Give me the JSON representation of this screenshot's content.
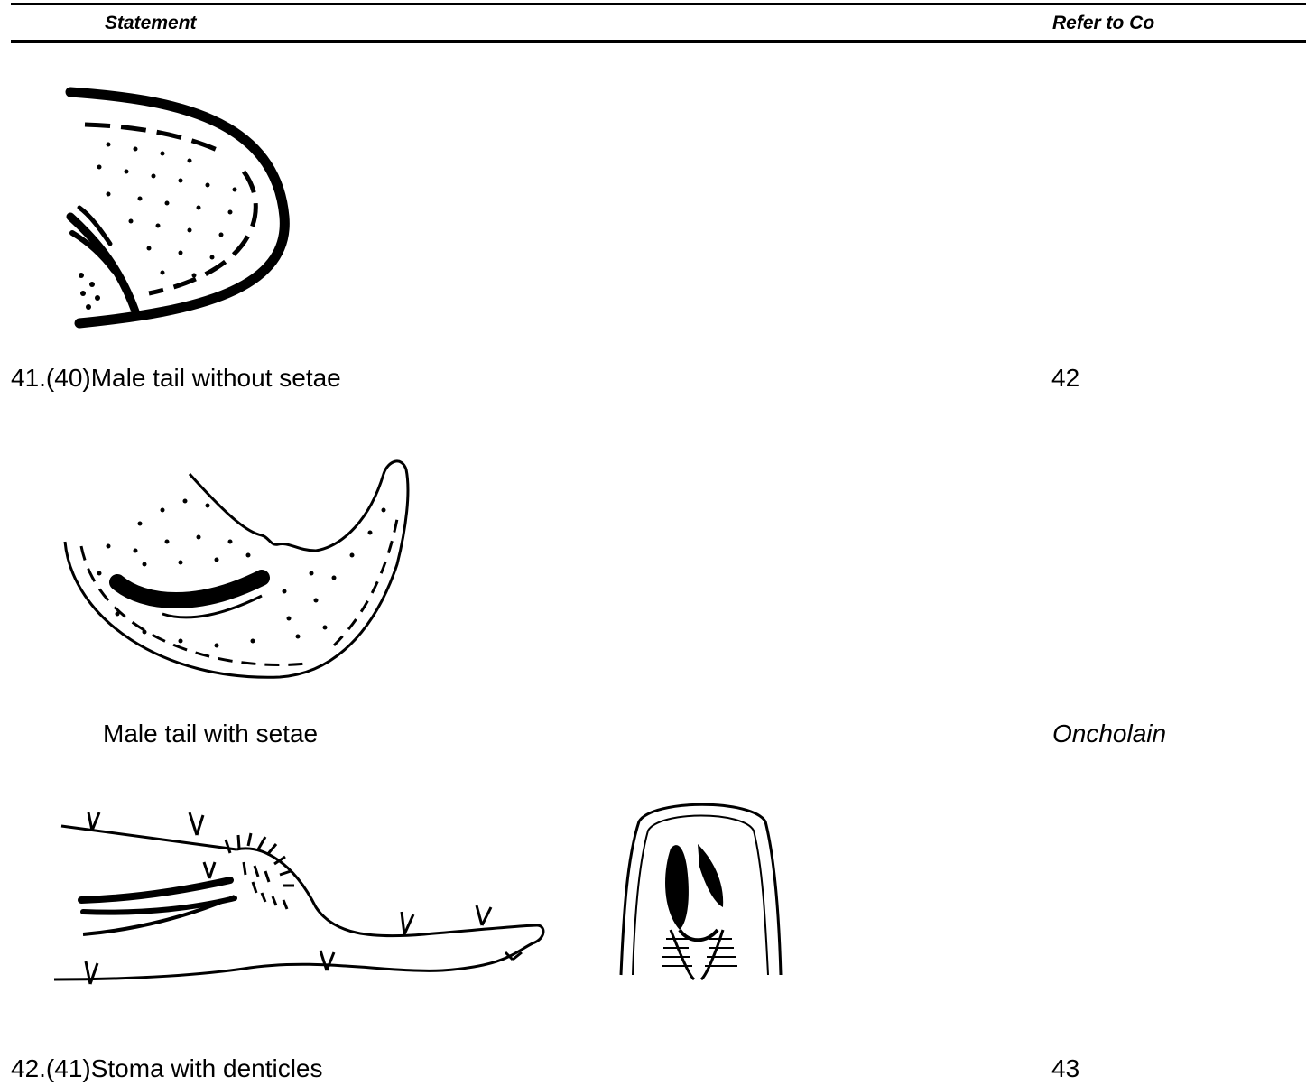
{
  "header": {
    "statement": "Statement",
    "refer": "Refer to Co"
  },
  "couplets": [
    {
      "statement": "41.(40)Male tail without setae",
      "refer": "42"
    },
    {
      "statement": "Male tail with setae",
      "refer": "Oncholain"
    },
    {
      "statement": "42.(41)Stoma with denticles",
      "refer": "43"
    }
  ],
  "figures": [
    {
      "icon": "male-tail-without-setae-figure"
    },
    {
      "icon": "male-tail-with-setae-figure"
    },
    {
      "icon": "male-tail-lateral-figure"
    },
    {
      "icon": "stoma-denticles-figure"
    }
  ]
}
